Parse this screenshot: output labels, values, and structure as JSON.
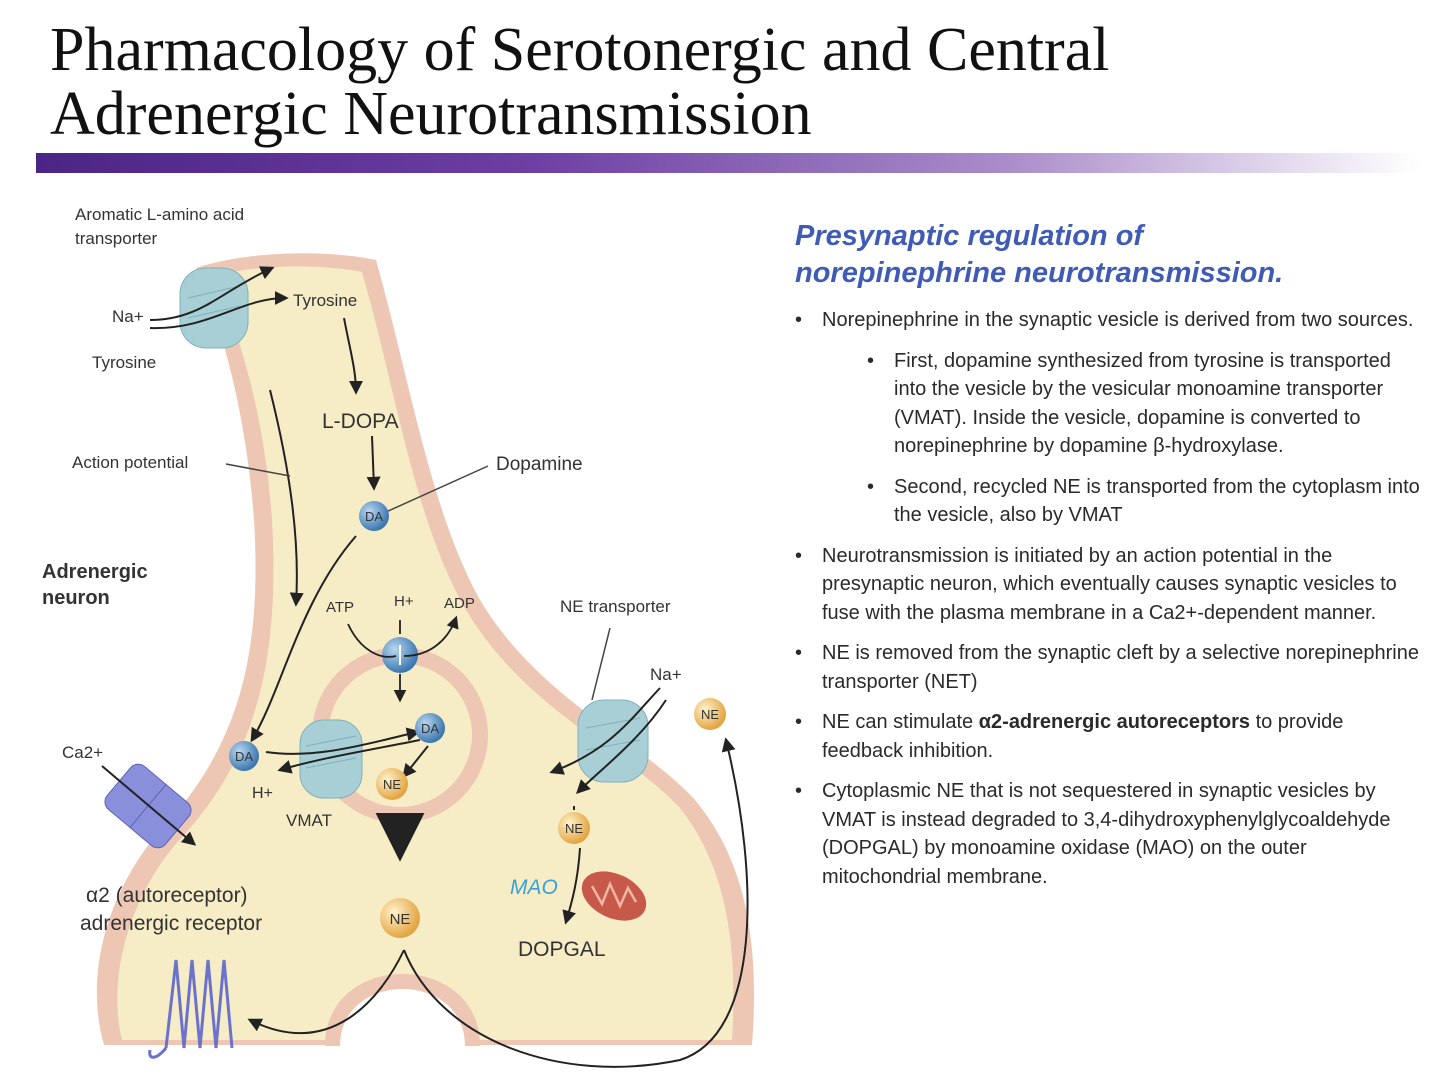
{
  "slide": {
    "title_line1": "Pharmacology of Serotonergic and Central",
    "title_line2": "Adrenergic Neurotransmission"
  },
  "diagram": {
    "aromatic_transporter_line1": "Aromatic L-amino acid",
    "aromatic_transporter_line2": "transporter",
    "na_plus": "Na+",
    "tyrosine_outside": "Tyrosine",
    "tyrosine_inside": "Tyrosine",
    "l_dopa": "L-DOPA",
    "dopamine": "Dopamine",
    "action_potential": "Action potential",
    "neuron_line1": "Adrenergic",
    "neuron_line2": "neuron",
    "atp": "ATP",
    "h_plus": "H+",
    "adp": "ADP",
    "ne_transporter": "NE transporter",
    "na_plus_right": "Na+",
    "ca2": "Ca2+",
    "da": "DA",
    "ne": "NE",
    "vmat": "VMAT",
    "h_plus_low": "H+",
    "mao": "MAO",
    "dopgal": "DOPGAL",
    "alpha2_line1": "α2 (autoreceptor)",
    "alpha2_line2": "adrenergic receptor"
  },
  "panel": {
    "heading_line1": "Presynaptic regulation of",
    "heading_line2": "norepinephrine neurotransmission.",
    "b1": "Norepinephrine in the synaptic vesicle is derived from two sources.",
    "b1a": "First, dopamine synthesized from tyrosine is transported into the vesicle by the vesicular monoamine transporter (VMAT). Inside the vesicle, dopamine is converted to norepinephrine by dopamine β-hydroxylase.",
    "b1b": "Second, recycled NE is transported from the cytoplasm into the vesicle, also by VMAT",
    "b2": "Neurotransmission is initiated by an action potential in the presynaptic neuron, which eventually causes synaptic vesicles to fuse with the plasma membrane in a Ca2+-dependent manner.",
    "b3": "NE is removed from the synaptic cleft by a selective norepinephrine transporter (NET)",
    "b4_pre": "NE can stimulate ",
    "b4_bold": "α2-adrenergic autoreceptors",
    "b4_post": " to provide feedback inhibition.",
    "b5": "Cytoplasmic NE that is not sequestered in synaptic vesicles by VMAT is instead degraded to 3,4-dihydroxyphenylglycoaldehyde (DOPGAL) by monoamine oxidase (MAO) on the outer mitochondrial membrane."
  },
  "colors": {
    "cytoplasm": "#f6ecc6",
    "membrane": "#edc7b4",
    "transporter": "#a8cfd6",
    "da_ball": "#5b95c9",
    "ne_ball": "#f4c36c",
    "heading": "#3f5bb5",
    "title_bar": "#4b2585"
  }
}
